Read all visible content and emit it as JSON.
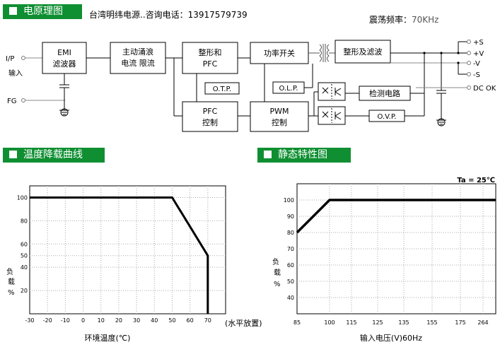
{
  "headers": {
    "block_diagram": "电原理图",
    "derating": "温度降载曲线",
    "static": "静态特性图"
  },
  "company_line": "台湾明纬电源..咨询电话：13917579739",
  "oscillation": {
    "label": "震荡频率：",
    "value": "70KHz"
  },
  "block_diagram": {
    "input_label": "I/P",
    "input_text": "输入",
    "fg_label": "FG",
    "blocks": {
      "emi_1": "EMI",
      "emi_2": "滤波器",
      "inrush_1": "主动涌浪",
      "inrush_2": "电流 限流",
      "pfc_1": "整形和",
      "pfc_2": "PFC",
      "otp": "O.T.P.",
      "pfc_ctrl_1": "PFC",
      "pfc_ctrl_2": "控制",
      "switch": "功率开关",
      "olp": "O.L.P.",
      "pwm_1": "PWM",
      "pwm_2": "控制",
      "rectifier": "整形及滤波",
      "detect": "检测电路",
      "ovp": "O.V.P."
    },
    "outputs": [
      "+S",
      "+V",
      "-V",
      "-S",
      "DC OK"
    ]
  },
  "derating_chart": {
    "title": "",
    "xlabel": "环境温度(℃)",
    "ylabel": [
      "负",
      "载",
      "%"
    ],
    "note": "(水平放置)",
    "x_ticks": [
      -30,
      -20,
      -10,
      0,
      10,
      20,
      30,
      40,
      50,
      60,
      70
    ],
    "y_ticks": [
      20,
      40,
      50,
      60,
      80,
      100
    ]
  },
  "static_chart": {
    "title": "",
    "annotation": "Ta = 25℃",
    "xlabel": "输入电压(V)60Hz",
    "ylabel": [
      "负",
      "载",
      "%"
    ],
    "x_ticks": [
      "85",
      "100",
      "115",
      "125",
      "135",
      "155",
      "175",
      "264"
    ],
    "y_ticks": [
      40,
      50,
      60,
      70,
      80,
      90,
      100
    ]
  },
  "chart_data": [
    {
      "type": "line",
      "title": "",
      "xlabel": "环境温度(℃)",
      "ylabel": "负载%",
      "xlim": [
        -30,
        80
      ],
      "ylim": [
        0,
        110
      ],
      "grid": true,
      "series": [
        {
          "x": [
            -30,
            50,
            70,
            70
          ],
          "y": [
            100,
            100,
            50,
            0
          ]
        }
      ]
    },
    {
      "type": "line",
      "title": "",
      "xlabel": "输入电压(V)60Hz",
      "ylabel": "负载%",
      "categories": [
        "85",
        "100",
        "115",
        "125",
        "135",
        "155",
        "175",
        "264"
      ],
      "ylim": [
        30,
        110
      ],
      "grid": true,
      "series": [
        {
          "x": [
            "85",
            "100",
            "264"
          ],
          "y": [
            80,
            100,
            100
          ]
        }
      ]
    }
  ]
}
